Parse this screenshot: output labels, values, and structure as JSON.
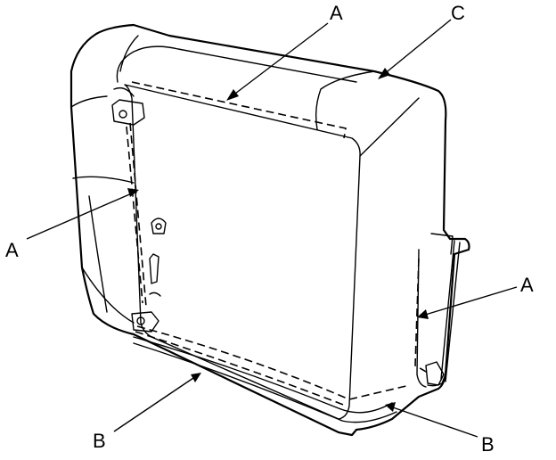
{
  "callouts": {
    "a_top": "A",
    "c_top": "C",
    "a_left": "A",
    "a_right": "A",
    "b_left": "B",
    "b_right": "B"
  }
}
